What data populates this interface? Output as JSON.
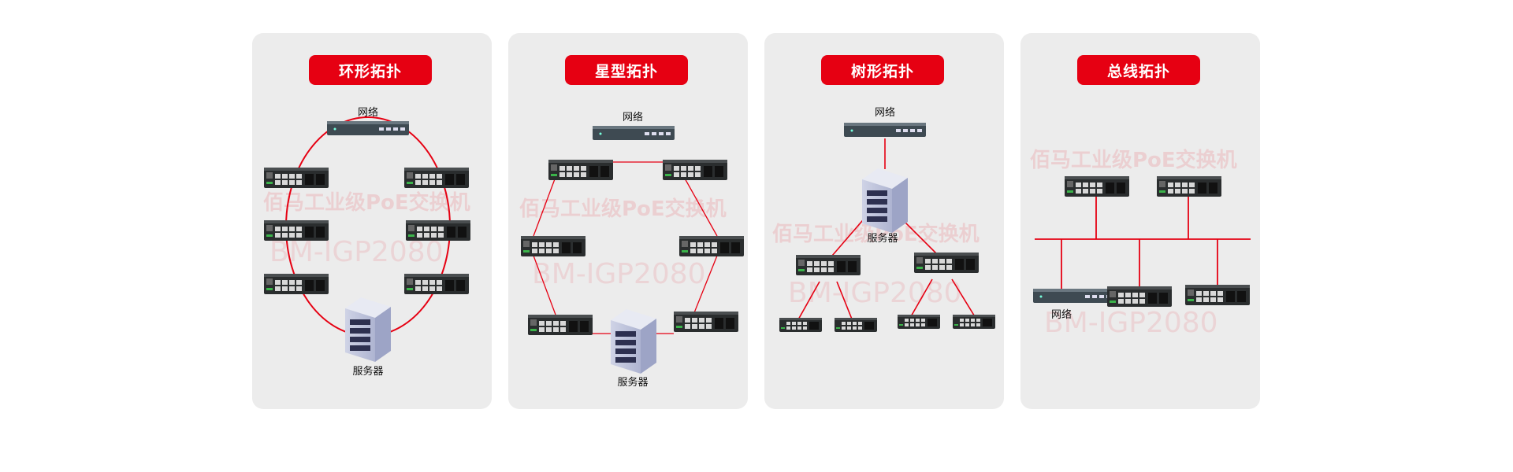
{
  "panels": [
    {
      "title": "环形拓扑",
      "network_label": "网络",
      "server_label": "服务器"
    },
    {
      "title": "星型拓扑",
      "network_label": "网络",
      "server_label": "服务器"
    },
    {
      "title": "树形拓扑",
      "network_label": "网络",
      "server_label": "服务器"
    },
    {
      "title": "总线拓扑",
      "network_label": "网络"
    }
  ],
  "watermark": {
    "line1": "佰马工业级PoE交换机",
    "line2": "BM-IGP2080"
  },
  "colors": {
    "accent": "#e60012",
    "panel_bg": "#ececec",
    "link": "#e60012"
  }
}
